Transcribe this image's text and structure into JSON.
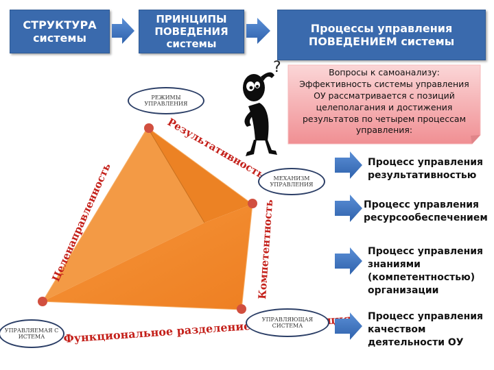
{
  "header": {
    "box1": [
      "СТРУКТУРА",
      "системы"
    ],
    "box2": [
      "ПРИНЦИПЫ",
      "ПОВЕДЕНИЯ",
      "системы"
    ],
    "box3": [
      "Процессы управления",
      "ПОВЕДЕНИЕМ системы"
    ]
  },
  "questions": {
    "lines": [
      "Вопросы к самоанализу:",
      "Эффективность системы управления",
      "ОУ рассматривается с позиций",
      "целеполагания и достижения",
      "результатов по четырем процессам",
      "управления:"
    ]
  },
  "bubbles": {
    "modes": [
      "РЕЖИМЫ",
      "УПРАВЛЕНИЯ"
    ],
    "mechanism": [
      "МЕХАНИЗМ",
      "УПРАВЛЕНИЯ"
    ],
    "managed": [
      "УПРАВЛЯЕМАЯ С",
      "ИСТЕМА"
    ],
    "managing": [
      "УПРАВЛЯЮЩАЯ",
      "СИСТЕМА"
    ]
  },
  "edge_labels": {
    "top": "Результативность",
    "left": "Целенаправленность",
    "right": "Компетентность",
    "bottom": "Функциональное разделение и координация"
  },
  "processes": [
    [
      "Процесс управления",
      "результативностью"
    ],
    [
      "Процесс управления",
      "ресурсообеспечением"
    ],
    [
      "Процесс управления",
      "знаниями",
      "(компетентностью)",
      "организации"
    ],
    [
      "Процесс управления",
      "качеством",
      "деятельности ОУ"
    ]
  ],
  "colors": {
    "header_fill": "#3a6aad",
    "arrow": "#3f74c2",
    "pyramid": "#f28a2c",
    "vertex_dot": "#d14f3f",
    "label_red": "#c4201a",
    "note_fill": "#f4a3a6"
  },
  "icons": {
    "thinking_figure": "thinking-man-icon",
    "question": "question-mark-icon"
  }
}
